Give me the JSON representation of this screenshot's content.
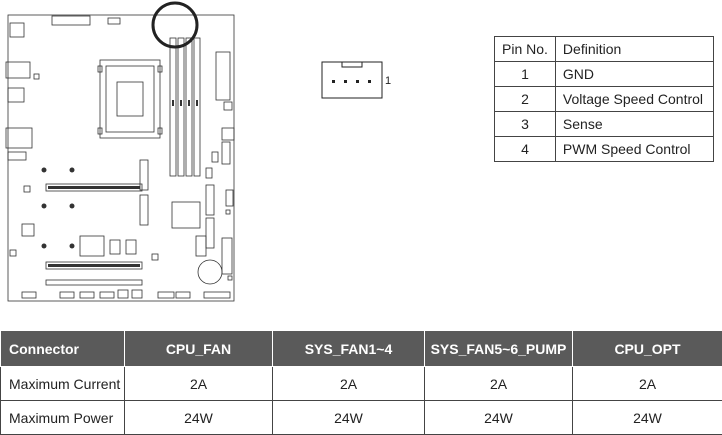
{
  "connector_pin_label": "1",
  "pin_table": {
    "headers": [
      "Pin No.",
      "Definition"
    ],
    "rows": [
      [
        "1",
        "GND"
      ],
      [
        "2",
        "Voltage Speed Control"
      ],
      [
        "3",
        "Sense"
      ],
      [
        "4",
        "PWM Speed Control"
      ]
    ]
  },
  "spec_table": {
    "headers": [
      "Connector",
      "CPU_FAN",
      "SYS_FAN1~4",
      "SYS_FAN5~6_PUMP",
      "CPU_OPT"
    ],
    "rows": [
      [
        "Maximum Current",
        "2A",
        "2A",
        "2A",
        "2A"
      ],
      [
        "Maximum Power",
        "24W",
        "24W",
        "24W",
        "24W"
      ]
    ]
  },
  "colors": {
    "header_bg": "#5a5a5a",
    "line": "#444444"
  }
}
